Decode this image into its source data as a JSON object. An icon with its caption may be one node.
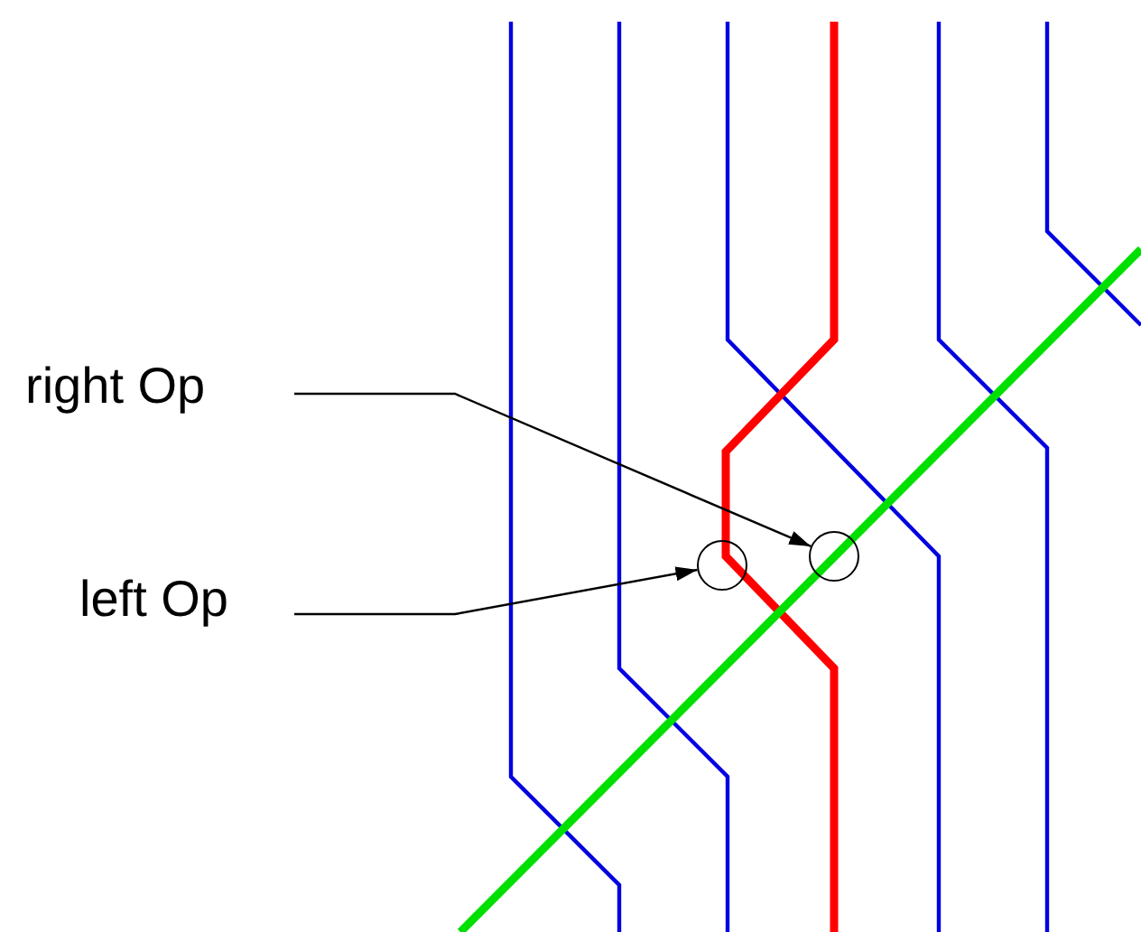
{
  "diagram": {
    "nodes": [
      {
        "text": [
          "right Op"
        ]
      },
      {
        "text": [
          "left Op"
        ]
      },
      {
        "text": [],
        "shape": "circle"
      },
      {
        "text": [],
        "shape": "circle"
      }
    ],
    "edges": [
      {
        "from": 0,
        "to": 3,
        "arrow": "to"
      },
      {
        "from": 1,
        "to": 2,
        "arrow": "to"
      }
    ]
  }
}
